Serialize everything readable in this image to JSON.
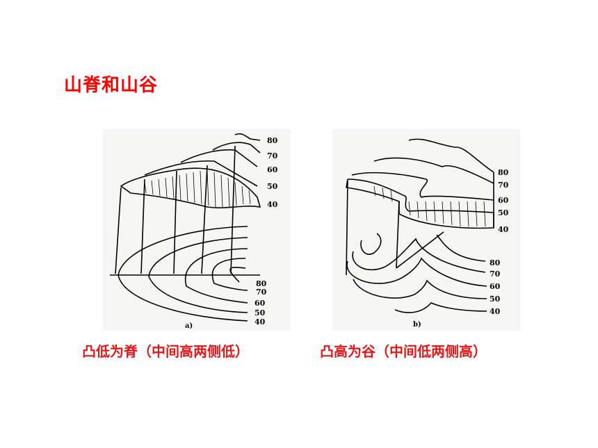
{
  "title": "山脊和山谷",
  "figures": [
    {
      "sublabel": "a)",
      "caption": "凸低为脊（中间高两侧低）",
      "block_labels": [
        "80",
        "70",
        "60",
        "50",
        "40"
      ],
      "map_labels": [
        "80",
        "70",
        "60",
        "50",
        "40"
      ]
    },
    {
      "sublabel": "b)",
      "caption": "凸高为谷（中间低两侧高）",
      "block_labels": [
        "80",
        "70",
        "60",
        "50",
        "40"
      ],
      "map_labels": [
        "80",
        "70",
        "60",
        "50",
        "40"
      ]
    }
  ],
  "colors": {
    "title": "#ff0000",
    "caption": "#e21818",
    "lines": "#000000"
  }
}
